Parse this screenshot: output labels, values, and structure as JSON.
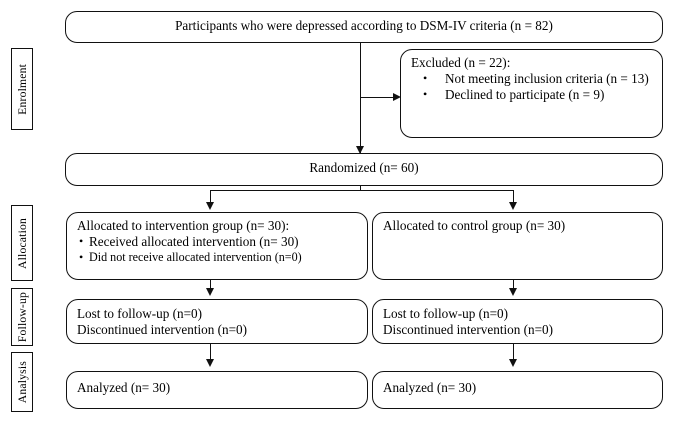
{
  "diagram": {
    "type": "consort-flow-diagram",
    "phases": [
      {
        "id": "enrolment",
        "label": "Enrolment"
      },
      {
        "id": "allocation",
        "label": "Allocation"
      },
      {
        "id": "followup",
        "label": "Follow-up"
      },
      {
        "id": "analysis",
        "label": "Analysis"
      }
    ],
    "enrolment": {
      "participants_box": "Participants who were depressed according to DSM-IV criteria (n = 82)",
      "excluded_box": {
        "title": "Excluded (n = 22):",
        "reasons": [
          "Not meeting inclusion criteria (n = 13)",
          "Declined to participate (n = 9)"
        ]
      },
      "randomized_box": "Randomized (n= 60)"
    },
    "allocation": {
      "intervention": {
        "title": "Allocated to intervention group (n= 30):",
        "items": [
          "Received allocated intervention (n= 30)",
          "Did not receive allocated intervention (n=0)"
        ]
      },
      "control": {
        "title": "Allocated to control group (n= 30)",
        "items": []
      }
    },
    "followup": {
      "intervention": [
        "Lost to follow-up (n=0)",
        "Discontinued intervention (n=0)"
      ],
      "control": [
        "Lost to follow-up (n=0)",
        "Discontinued intervention (n=0)"
      ]
    },
    "analysis": {
      "intervention": "Analyzed (n= 30)",
      "control": "Analyzed (n= 30)"
    },
    "colors": {
      "line": "#111111",
      "background": "#ffffff",
      "text": "#000000"
    }
  }
}
